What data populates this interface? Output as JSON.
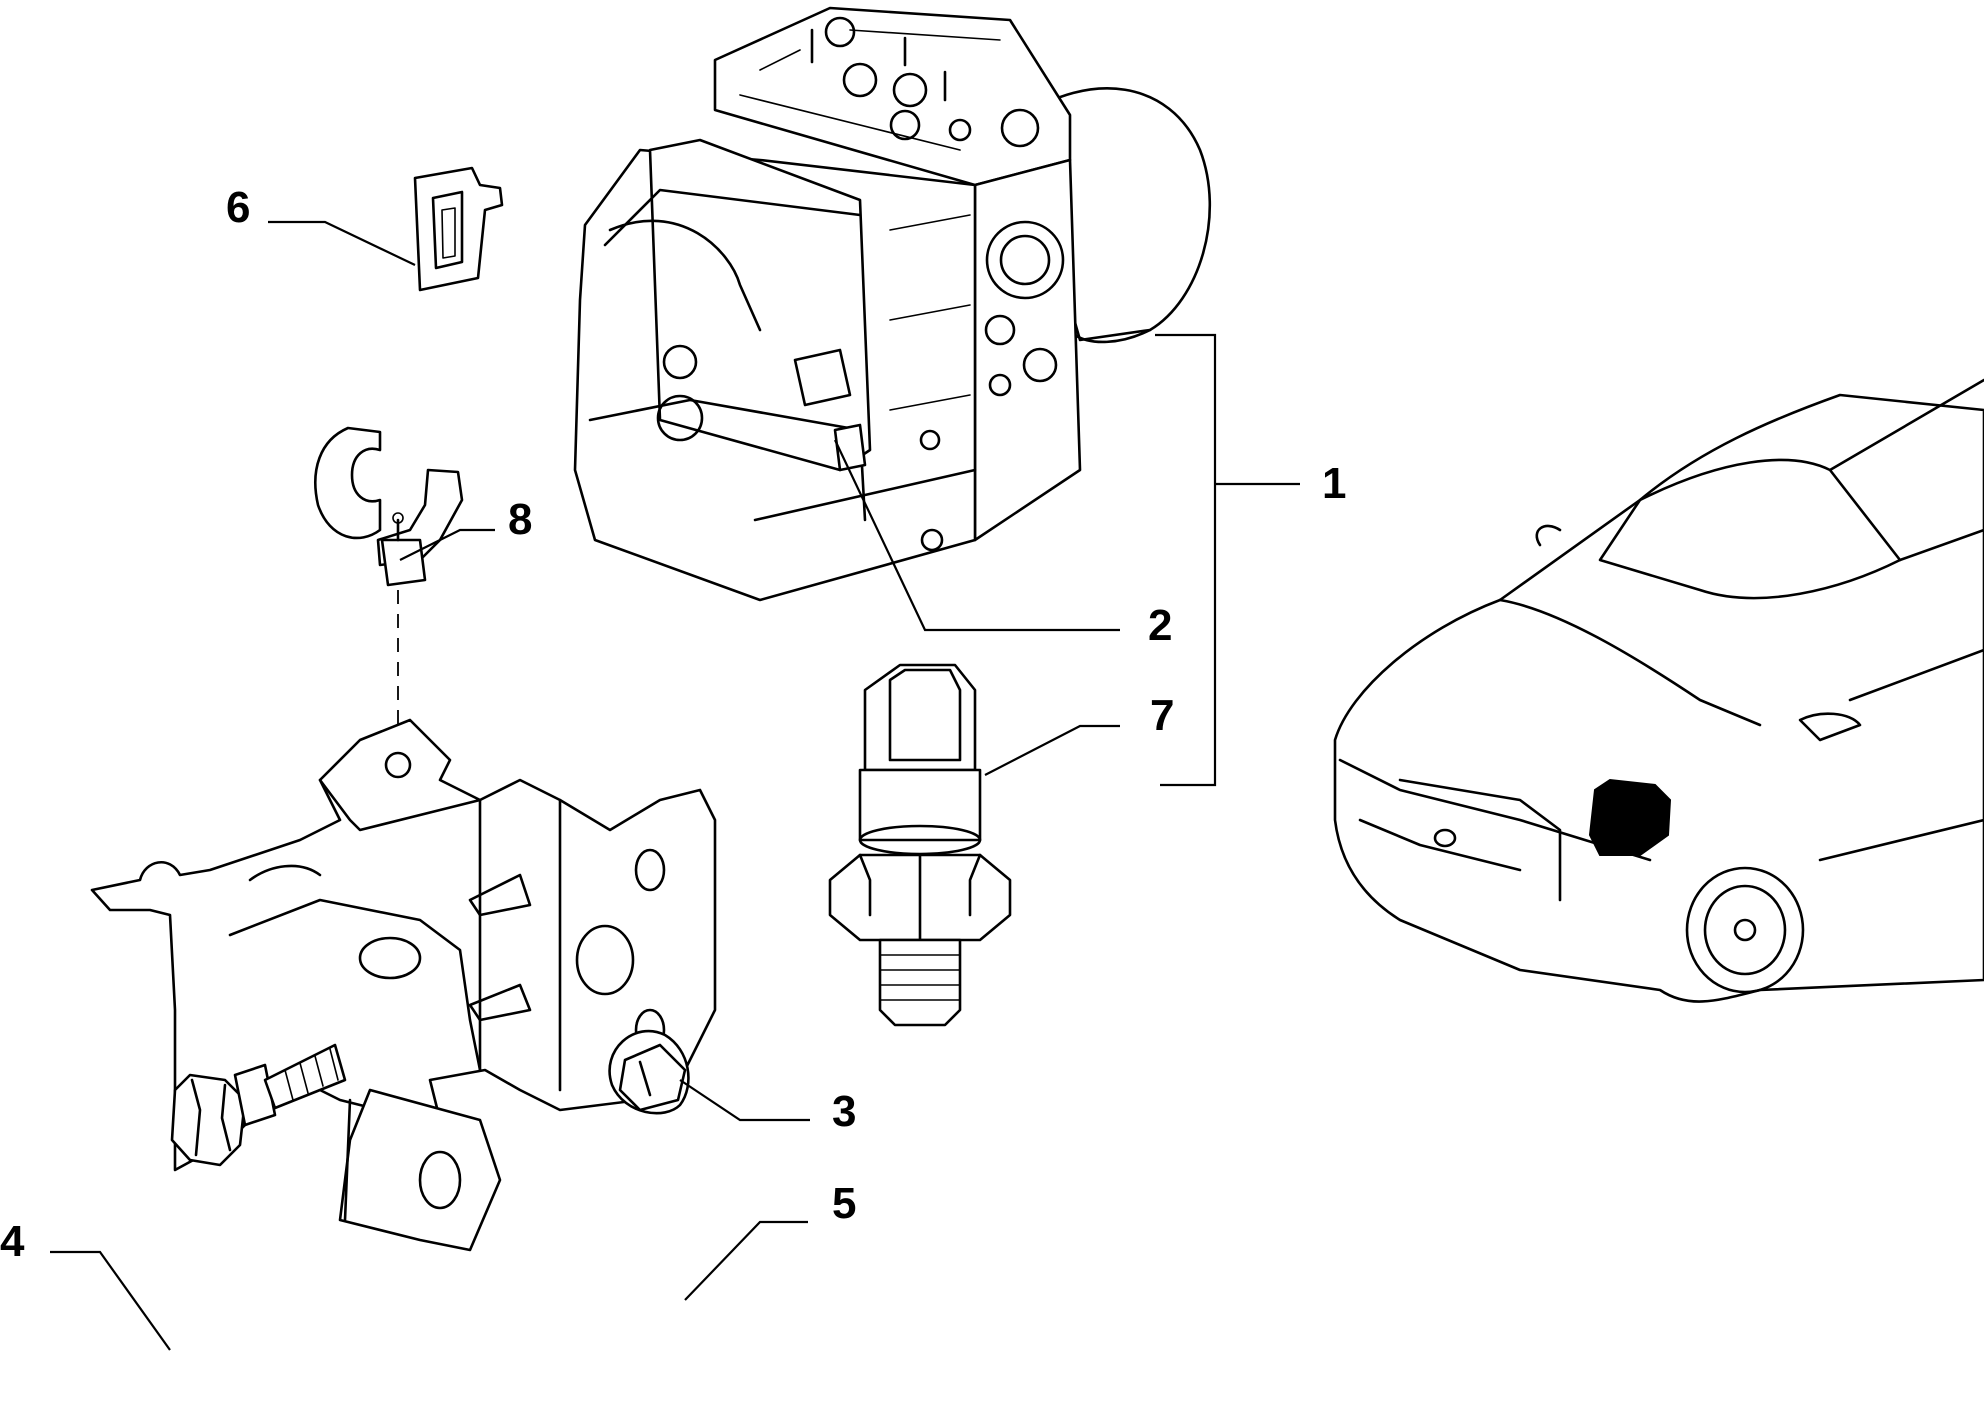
{
  "callouts": {
    "c1": "1",
    "c2": "2",
    "c3": "3",
    "c4": "4",
    "c5": "5",
    "c6": "6",
    "c7": "7",
    "c8": "8"
  },
  "colors": {
    "line": "#000000",
    "background": "#ffffff",
    "highlight": "#000000"
  },
  "icons": {
    "vehicle": "car-location-icon"
  }
}
